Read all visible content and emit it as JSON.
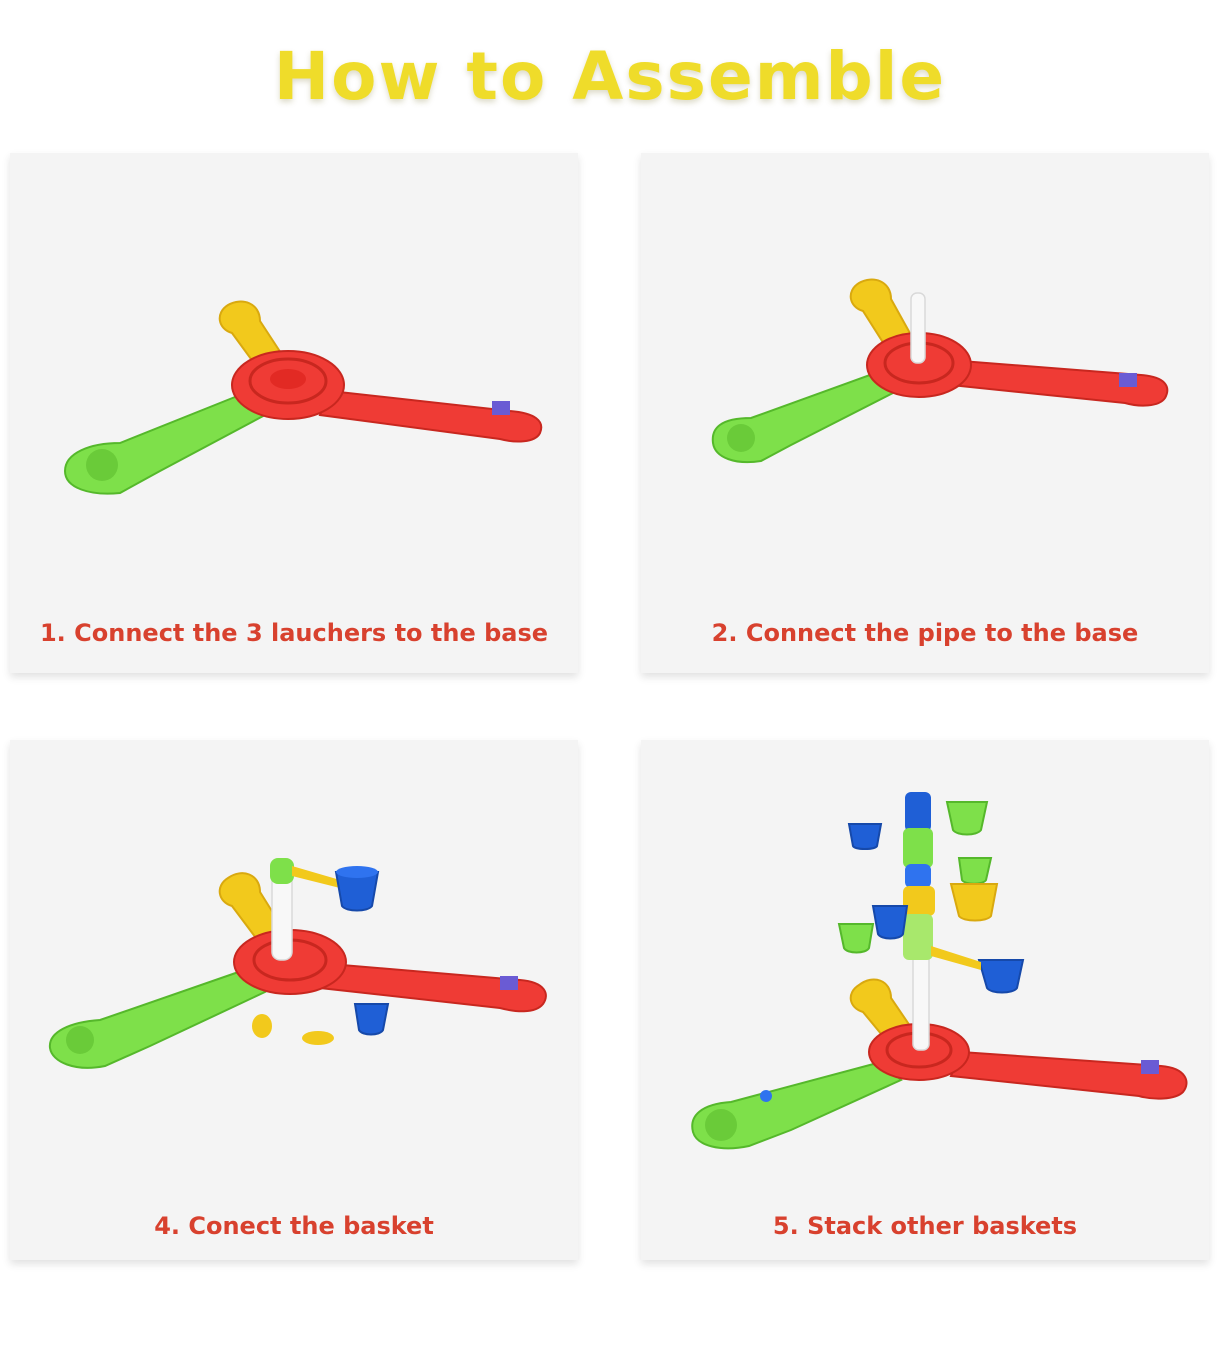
{
  "title": "How to Assemble",
  "steps": [
    {
      "caption": "1. Connect the 3 lauchers to the base",
      "image": "base-with-three-launchers"
    },
    {
      "caption": "2. Connect the pipe to the base",
      "image": "base-with-pipe"
    },
    {
      "caption": "4. Conect the basket",
      "image": "base-with-pipe-and-basket"
    },
    {
      "caption": "5. Stack other baskets",
      "image": "stacked-basket-tree"
    }
  ],
  "colors": {
    "title": "#efdc2a",
    "caption": "#d8412e",
    "panel": "#f4f4f4",
    "red": "#ef3b35",
    "green": "#7ee04a",
    "yellow": "#f2c91c",
    "blue": "#1f5fd6",
    "white": "#f5f5f5"
  }
}
